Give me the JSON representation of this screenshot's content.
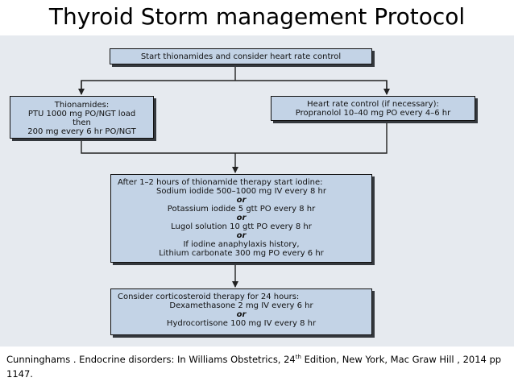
{
  "title": "Thyroid Storm management Protocol",
  "boxes": {
    "start": "Start thionamides and consider heart rate control",
    "thionamides": {
      "heading": "Thionamides:",
      "line1": "PTU 1000 mg PO/NGT load",
      "line2": "then",
      "line3": "200 mg every 6 hr PO/NGT"
    },
    "heart_rate": {
      "heading": "Heart rate control (if necessary):",
      "line1": "Propranolol 10–40 mg PO every 4–6 hr"
    },
    "iodine": {
      "heading": "After 1–2 hours of thionamide therapy start iodine:",
      "line1": "Sodium iodide 500–1000 mg IV every 8 hr",
      "or1": "or",
      "line2": "Potassium iodide 5 gtt PO every 8 hr",
      "or2": "or",
      "line3": "Lugol solution 10 gtt PO every 8 hr",
      "or3": "or",
      "line4": "If iodine anaphylaxis history,",
      "line5": "Lithium carbonate 300 mg PO every 6 hr"
    },
    "corticosteroid": {
      "heading": "Consider corticosteroid therapy for 24 hours:",
      "line1": "Dexamethasone 2 mg IV every 6 hr",
      "or1": "or",
      "line2": "Hydrocortisone 100 mg IV every 8 hr"
    }
  },
  "citation": {
    "before_sup": "Cunninghams . Endocrine disorders: In Williams Obstetrics, 24",
    "sup": "th",
    "after_sup": " Edition, New York, Mac Graw Hill , 2014 pp 1147."
  },
  "colors": {
    "box_fill": "#c3d3e6",
    "panel_bg": "#e6eaef",
    "shadow": "#34383d"
  }
}
